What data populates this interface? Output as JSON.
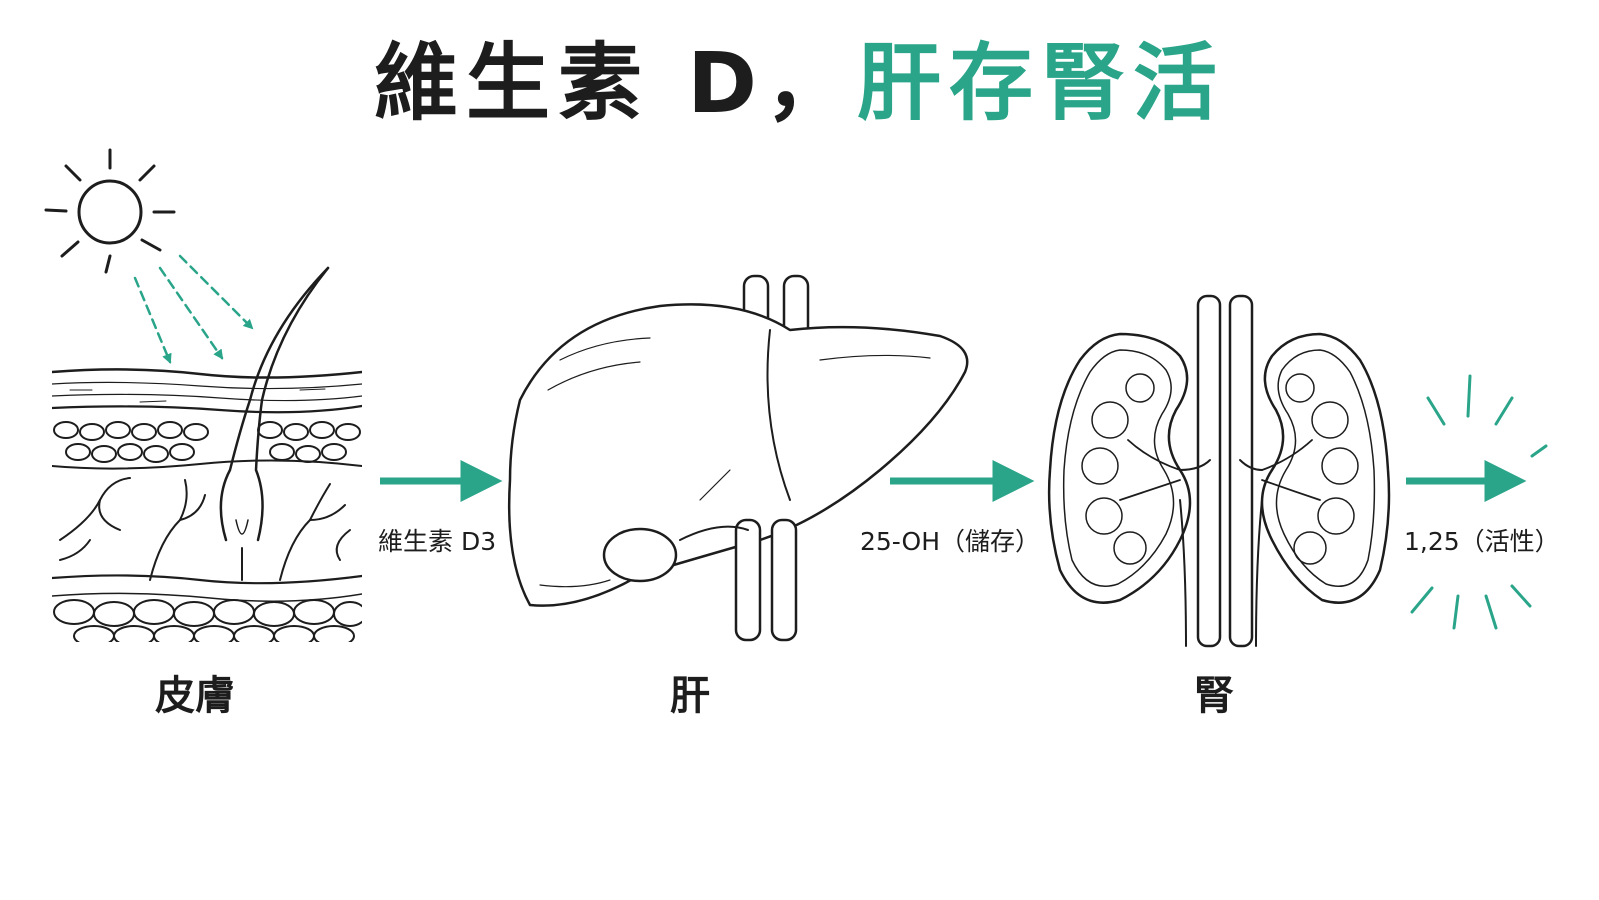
{
  "title": {
    "main": "維生素 D，",
    "accent": "肝存腎活"
  },
  "stages": [
    {
      "label": "皮膚"
    },
    {
      "label": "肝"
    },
    {
      "label": "腎"
    }
  ],
  "steps": [
    {
      "label": "維生素 D3"
    },
    {
      "label": "25-OH（儲存）"
    },
    {
      "label": "1,25（活性）"
    }
  ],
  "colors": {
    "accent": "#2aa58a",
    "ink": "#1d1d1d",
    "background": "#ffffff"
  },
  "icons": [
    "sun-icon",
    "skin-icon",
    "liver-icon",
    "kidney-icon",
    "activation-burst-icon"
  ]
}
